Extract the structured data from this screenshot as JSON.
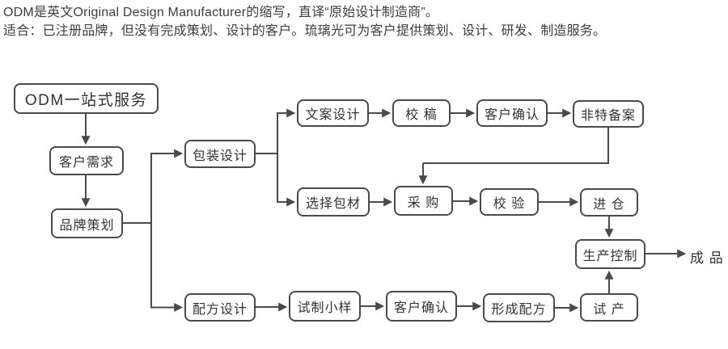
{
  "header": {
    "line1": "ODM是英文Original Design Manufacturer的缩写，直译“原始设计制造商”。",
    "line2": "适合：已注册品牌，但没有完成策划、设计的客户。琉璃光可为客户提供策划、设计、研发、制造服务。"
  },
  "flowchart": {
    "line_color": "#4a4a4a",
    "nodes": {
      "odm_service": "ODM一站式服务",
      "customer_needs": "客户需求",
      "brand_planning": "品牌策划",
      "package_design": "包装设计",
      "copy_design": "文案设计",
      "proofreading": "校 稿",
      "customer_confirm_top": "客户确认",
      "feite_filing": "非特备案",
      "select_packaging": "选择包材",
      "purchase": "采 购",
      "inspection": "校 验",
      "warehouse_in": "进 仓",
      "production_control": "生产控制",
      "formula_design": "配方设计",
      "trial_sample": "试制小样",
      "customer_confirm_bottom": "客户确认",
      "formula_formation": "形成配方",
      "trial_production": "试 产",
      "finished_product": "成 品"
    }
  }
}
